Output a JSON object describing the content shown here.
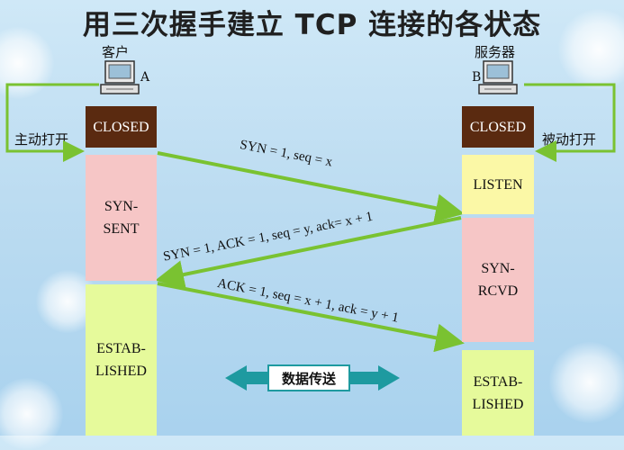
{
  "title": "用三次握手建立 TCP 连接的各状态",
  "client": {
    "name": "客户",
    "host_label": "A",
    "open_label": "主动打开",
    "states": [
      "CLOSED",
      "SYN-\nSENT",
      "ESTAB-\nLISHED"
    ]
  },
  "server": {
    "name": "服务器",
    "host_label": "B",
    "open_label": "被动打开",
    "states": [
      "CLOSED",
      "LISTEN",
      "SYN-\nRCVD",
      "ESTAB-\nLISHED"
    ]
  },
  "messages": [
    "SYN = 1, seq = x",
    "SYN = 1, ACK = 1, seq = y, ack= x + 1",
    "ACK = 1, seq = x + 1, ack = y + 1"
  ],
  "data_transfer_label": "数据传送",
  "colors": {
    "arrow": "#7ac231",
    "closed": "#5a2a10",
    "data_arrow": "#1e9aa0"
  }
}
